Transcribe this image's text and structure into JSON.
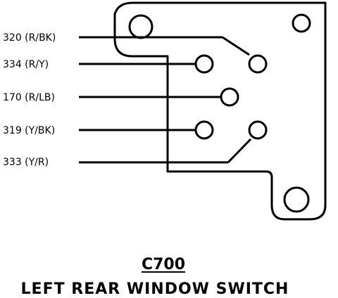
{
  "connector": {
    "id": "C700",
    "name": "LEFT REAR WINDOW SWITCH"
  },
  "wires": [
    {
      "label": "320 (R/BK)"
    },
    {
      "label": "334 (R/Y)"
    },
    {
      "label": "170 (R/LB)"
    },
    {
      "label": "319 (Y/BK)"
    },
    {
      "label": "333 (Y/R)"
    }
  ]
}
